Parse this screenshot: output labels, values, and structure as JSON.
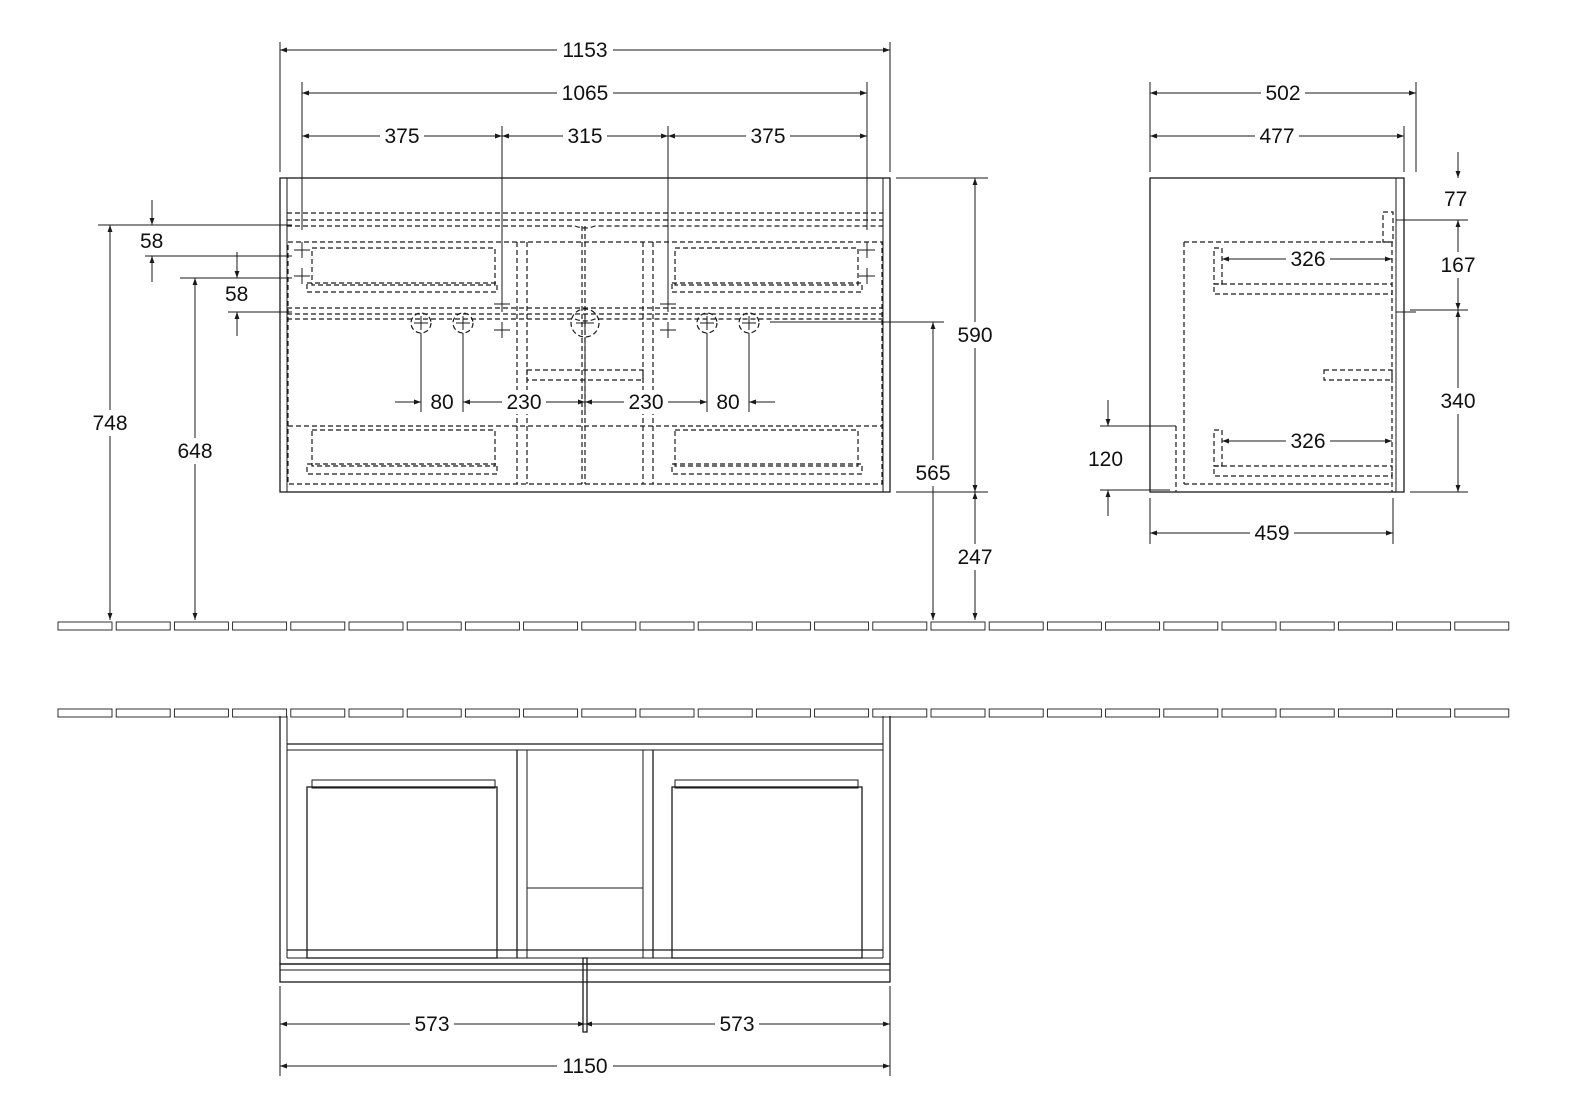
{
  "front_view": {
    "dimensions": {
      "overall_width": "1153",
      "inner_width": "1065",
      "left_bowl_spacing": "375",
      "center_spacing": "315",
      "right_bowl_spacing": "375",
      "top_offset_a": "58",
      "top_offset_b": "58",
      "height_748": "748",
      "height_648": "648",
      "tap_80_left": "80",
      "tap_230_left": "230",
      "tap_230_right": "230",
      "tap_80_right": "80",
      "height_590": "590",
      "height_565": "565",
      "floor_clearance": "247"
    }
  },
  "side_view": {
    "dimensions": {
      "depth_502": "502",
      "depth_477": "477",
      "top_77": "77",
      "drawer_326_top": "326",
      "drawer_height_167": "167",
      "drawer_height_340": "340",
      "base_120": "120",
      "drawer_326_bottom": "326",
      "depth_459": "459"
    }
  },
  "plan_view": {
    "dimensions": {
      "half_left": "573",
      "half_right": "573",
      "overall_1150": "1150"
    }
  }
}
